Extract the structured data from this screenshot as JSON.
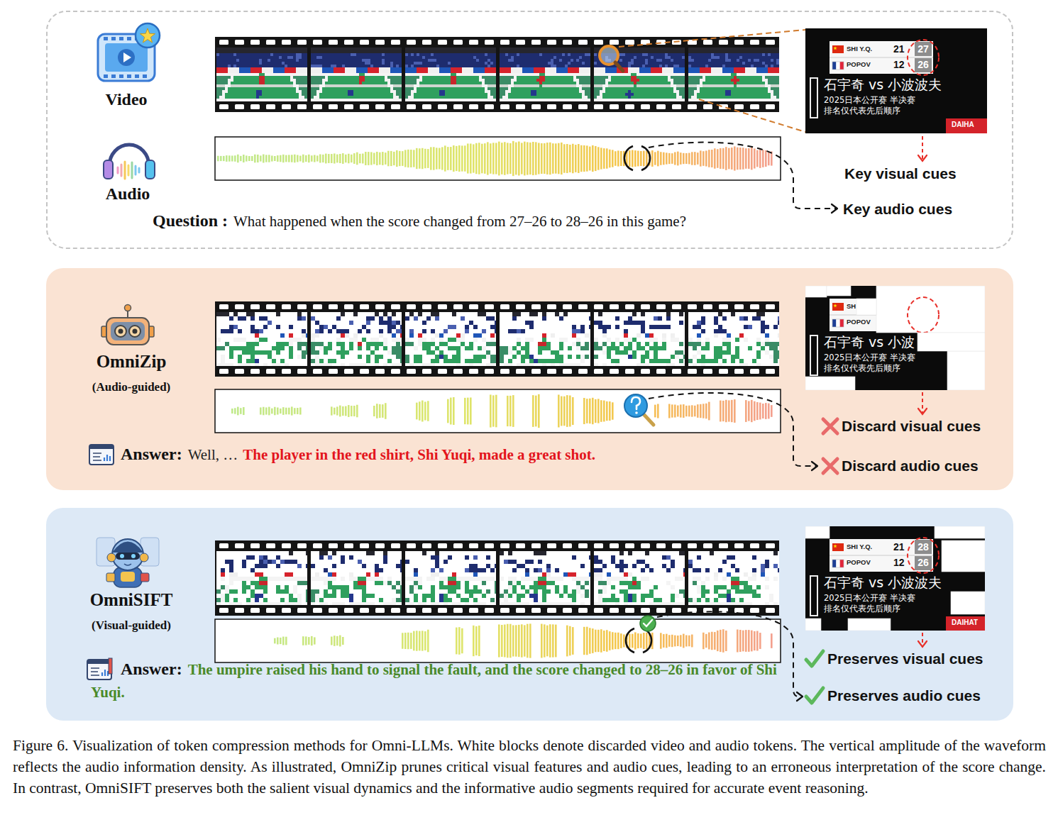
{
  "diagram": {
    "caption": "Figure 6. Visualization of token compression methods for Omni-LLMs. White blocks denote discarded video and audio tokens. The vertical amplitude of the waveform reflects the audio information density. As illustrated, OmniZip prunes critical visual features and audio cues, leading to an erroneous interpretation of the score change. In contrast, OmniSIFT preserves both the salient visual dynamics and the informative audio segments required for accurate event reasoning.",
    "nodes": [
      {
        "text": [
          "Question :",
          "What happened when the score changed from 27–26 to 28–26 in this game?"
        ]
      },
      {
        "text": [
          "SHI Y.Q.",
          "21",
          "27",
          "POPOV",
          "12",
          "26",
          "石宇奇 vs 小波波夫",
          "2025日本公开赛 半决赛",
          "排名仅代表先后顺序",
          "DAIHA"
        ],
        "in": 0
      },
      {
        "text": [
          "OmniZip",
          "(Audio-guided)",
          "Answer:",
          "Well, …",
          "The player in the red shirt, Shi Yuqi, made a great shot."
        ]
      },
      {
        "text": [
          "SH",
          "POPOV",
          "石宇奇 vs 小波",
          "2025日本公开赛 半决赛",
          "排名仅代表先后顺序"
        ],
        "in": 2
      },
      {
        "text": [
          "OmniSIFT",
          "(Visual-guided)",
          "Answer:",
          "The umpire raised his hand to signal the fault, and the score changed to 28–26 in favor of Shi Yuqi."
        ]
      },
      {
        "text": [
          "SHI Y.Q.",
          "21",
          "28",
          "POPOV",
          "12",
          "26",
          "石宇奇 vs 小波波夫",
          "2025日本公开赛 半决赛",
          "排名仅代表先后顺序",
          "DAIHAT"
        ],
        "in": 4
      }
    ],
    "labels": [
      "Video",
      "Audio",
      "Key visual cues",
      "Key audio cues",
      "Discard visual cues",
      "Discard audio cues",
      "Preserves visual cues",
      "Preserves audio cues"
    ]
  }
}
